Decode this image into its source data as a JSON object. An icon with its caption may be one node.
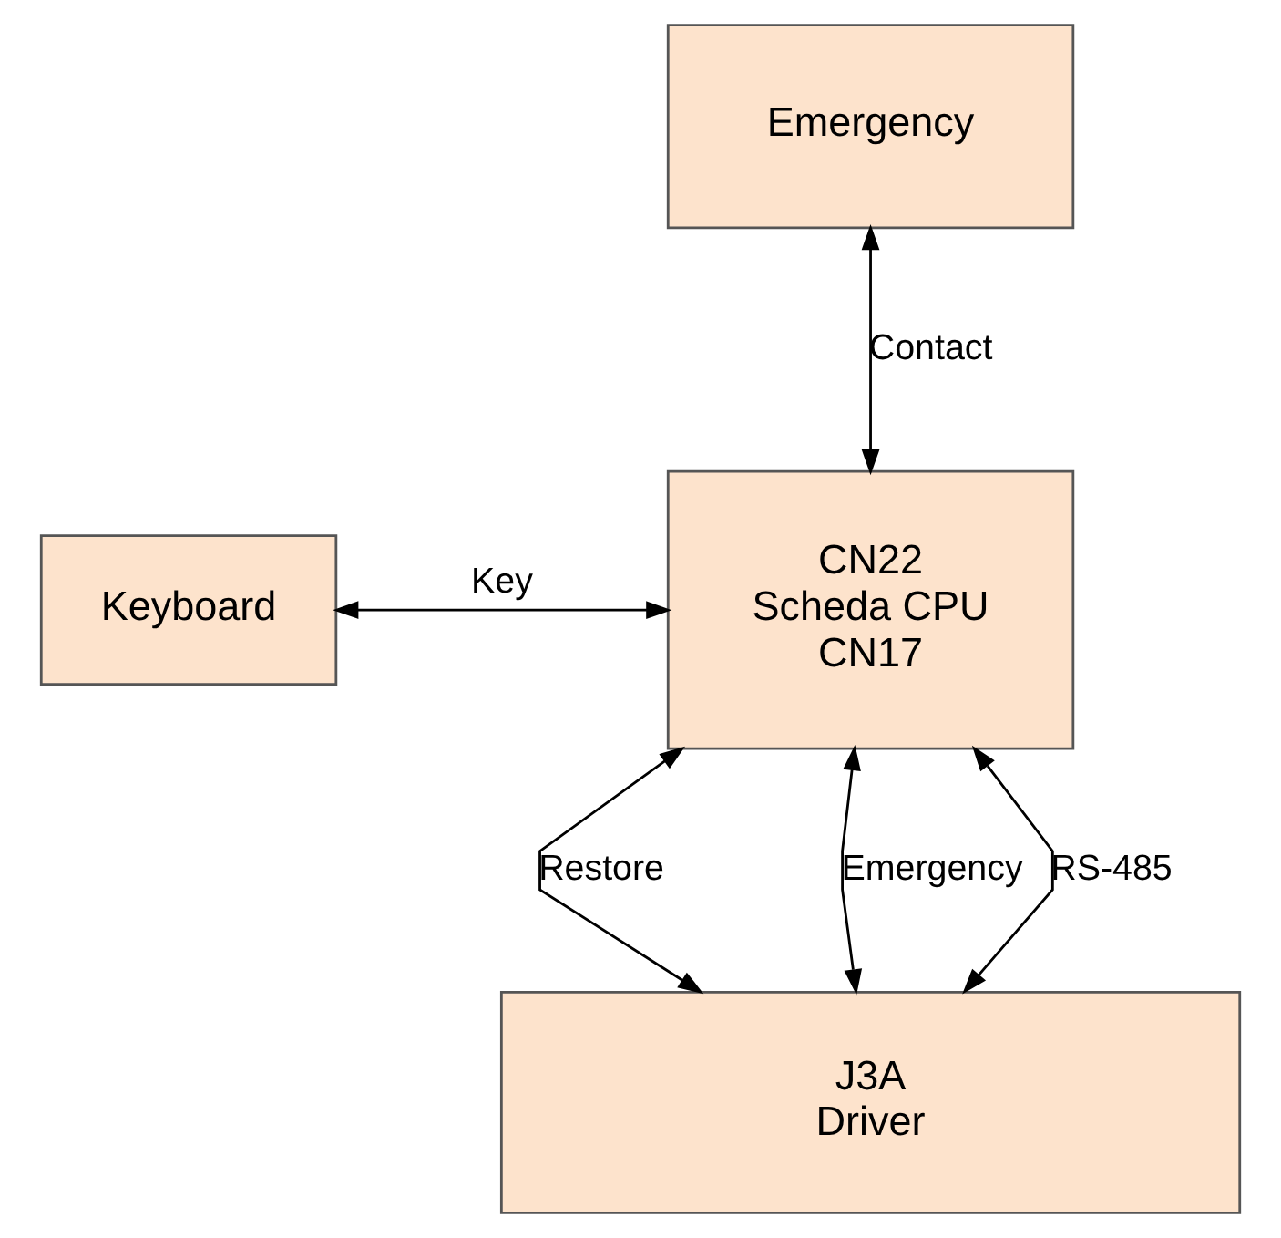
{
  "diagram": {
    "nodes": [
      {
        "text": [
          "Emergency"
        ]
      },
      {
        "text": [
          "CN22",
          "Scheda CPU",
          "CN17"
        ]
      },
      {
        "text": [
          "Keyboard"
        ]
      },
      {
        "text": [
          "J3A",
          "Driver"
        ]
      }
    ],
    "edges": [
      {
        "from": 0,
        "to": 1,
        "arrow": "both",
        "label": "Contact"
      },
      {
        "from": 2,
        "to": 1,
        "arrow": "both",
        "label": "Key"
      },
      {
        "from": 1,
        "to": 3,
        "arrow": "both",
        "label": "Restore"
      },
      {
        "from": 1,
        "to": 3,
        "arrow": "both",
        "label": "Emergency"
      },
      {
        "from": 1,
        "to": 3,
        "arrow": "both",
        "label": "RS-485"
      }
    ]
  }
}
